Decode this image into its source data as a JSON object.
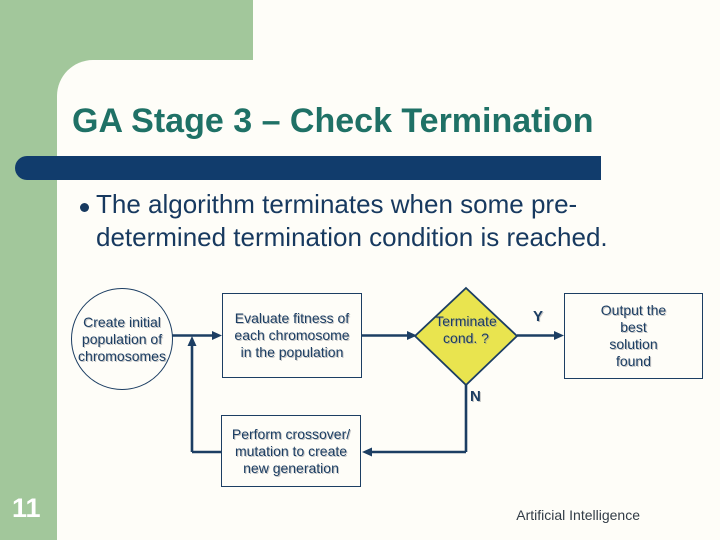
{
  "slide": {
    "title": "GA Stage 3 – Check Termination",
    "bullet_text": "The algorithm terminates when some pre-determined termination condition is reached.",
    "page_number": "11",
    "footer": "Artificial Intelligence"
  },
  "flowchart": {
    "create_node": {
      "lines": [
        "Create initial",
        "population of",
        "chromosomes"
      ]
    },
    "evaluate_node": {
      "lines": [
        "Evaluate fitness of",
        "each chromosome",
        "in the population"
      ]
    },
    "decision_node": {
      "lines": [
        "Terminate",
        "cond. ?"
      ]
    },
    "output_node": {
      "lines": [
        "Output the",
        "best",
        "solution",
        "found"
      ]
    },
    "perform_node": {
      "lines": [
        "Perform crossover/",
        "mutation to create",
        "new generation"
      ]
    },
    "decision_yes": "Y",
    "decision_no": "N"
  },
  "colors": {
    "accent-green": "#a2c79b",
    "bar-navy": "#113c6c",
    "title-teal": "#1f7166",
    "text-navy": "#17395f",
    "flow-navy": "#1c3e63",
    "diamond-yellow": "#e9e44f",
    "footer-gray": "#323c46",
    "page-number-white": "#ffffff"
  }
}
